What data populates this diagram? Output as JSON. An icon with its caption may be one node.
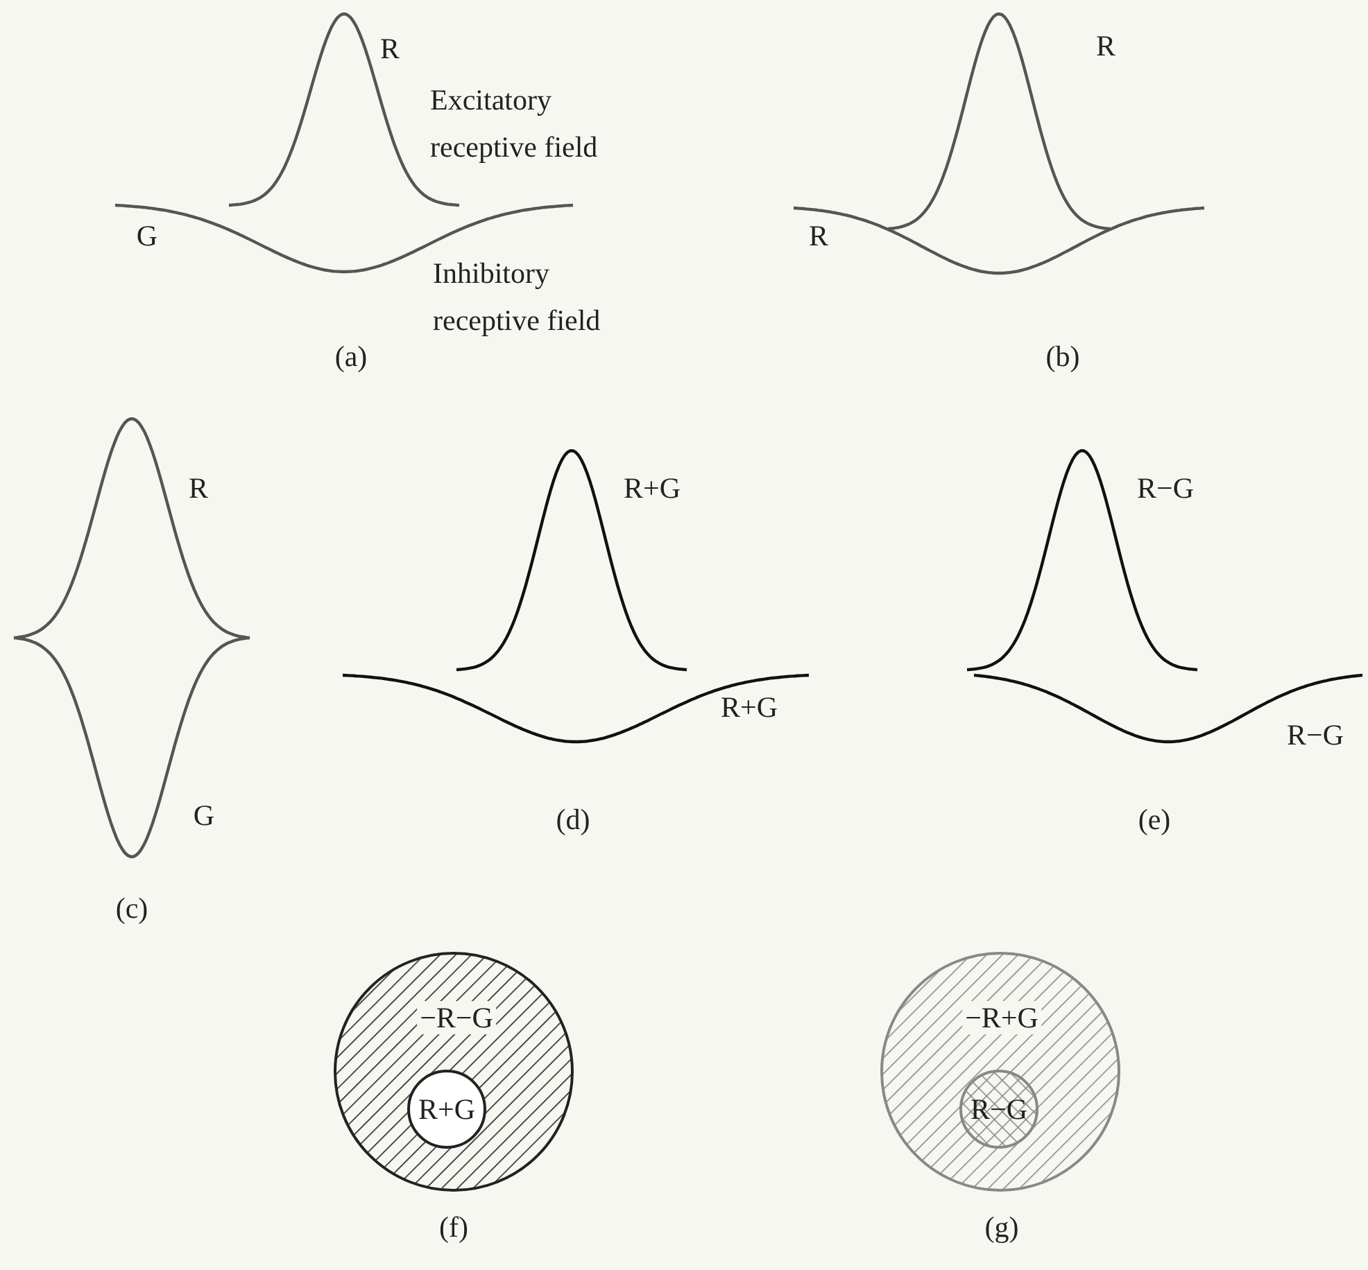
{
  "diagram": {
    "nodes": [
      {
        "text": [
          "−R−G"
        ]
      },
      {
        "text": [
          "R+G"
        ],
        "in": 0
      },
      {
        "text": [
          "−R+G"
        ]
      },
      {
        "text": [
          "R−G"
        ],
        "in": 2
      }
    ],
    "edges": [],
    "labels": [
      "R",
      "Excitatory receptive field",
      "G",
      "Inhibitory receptive field",
      "(a)",
      "R",
      "R",
      "(b)",
      "R",
      "G",
      "(c)",
      "R+G",
      "R+G",
      "(d)",
      "R−G",
      "R−G",
      "(e)",
      "(f)",
      "(g)"
    ]
  }
}
